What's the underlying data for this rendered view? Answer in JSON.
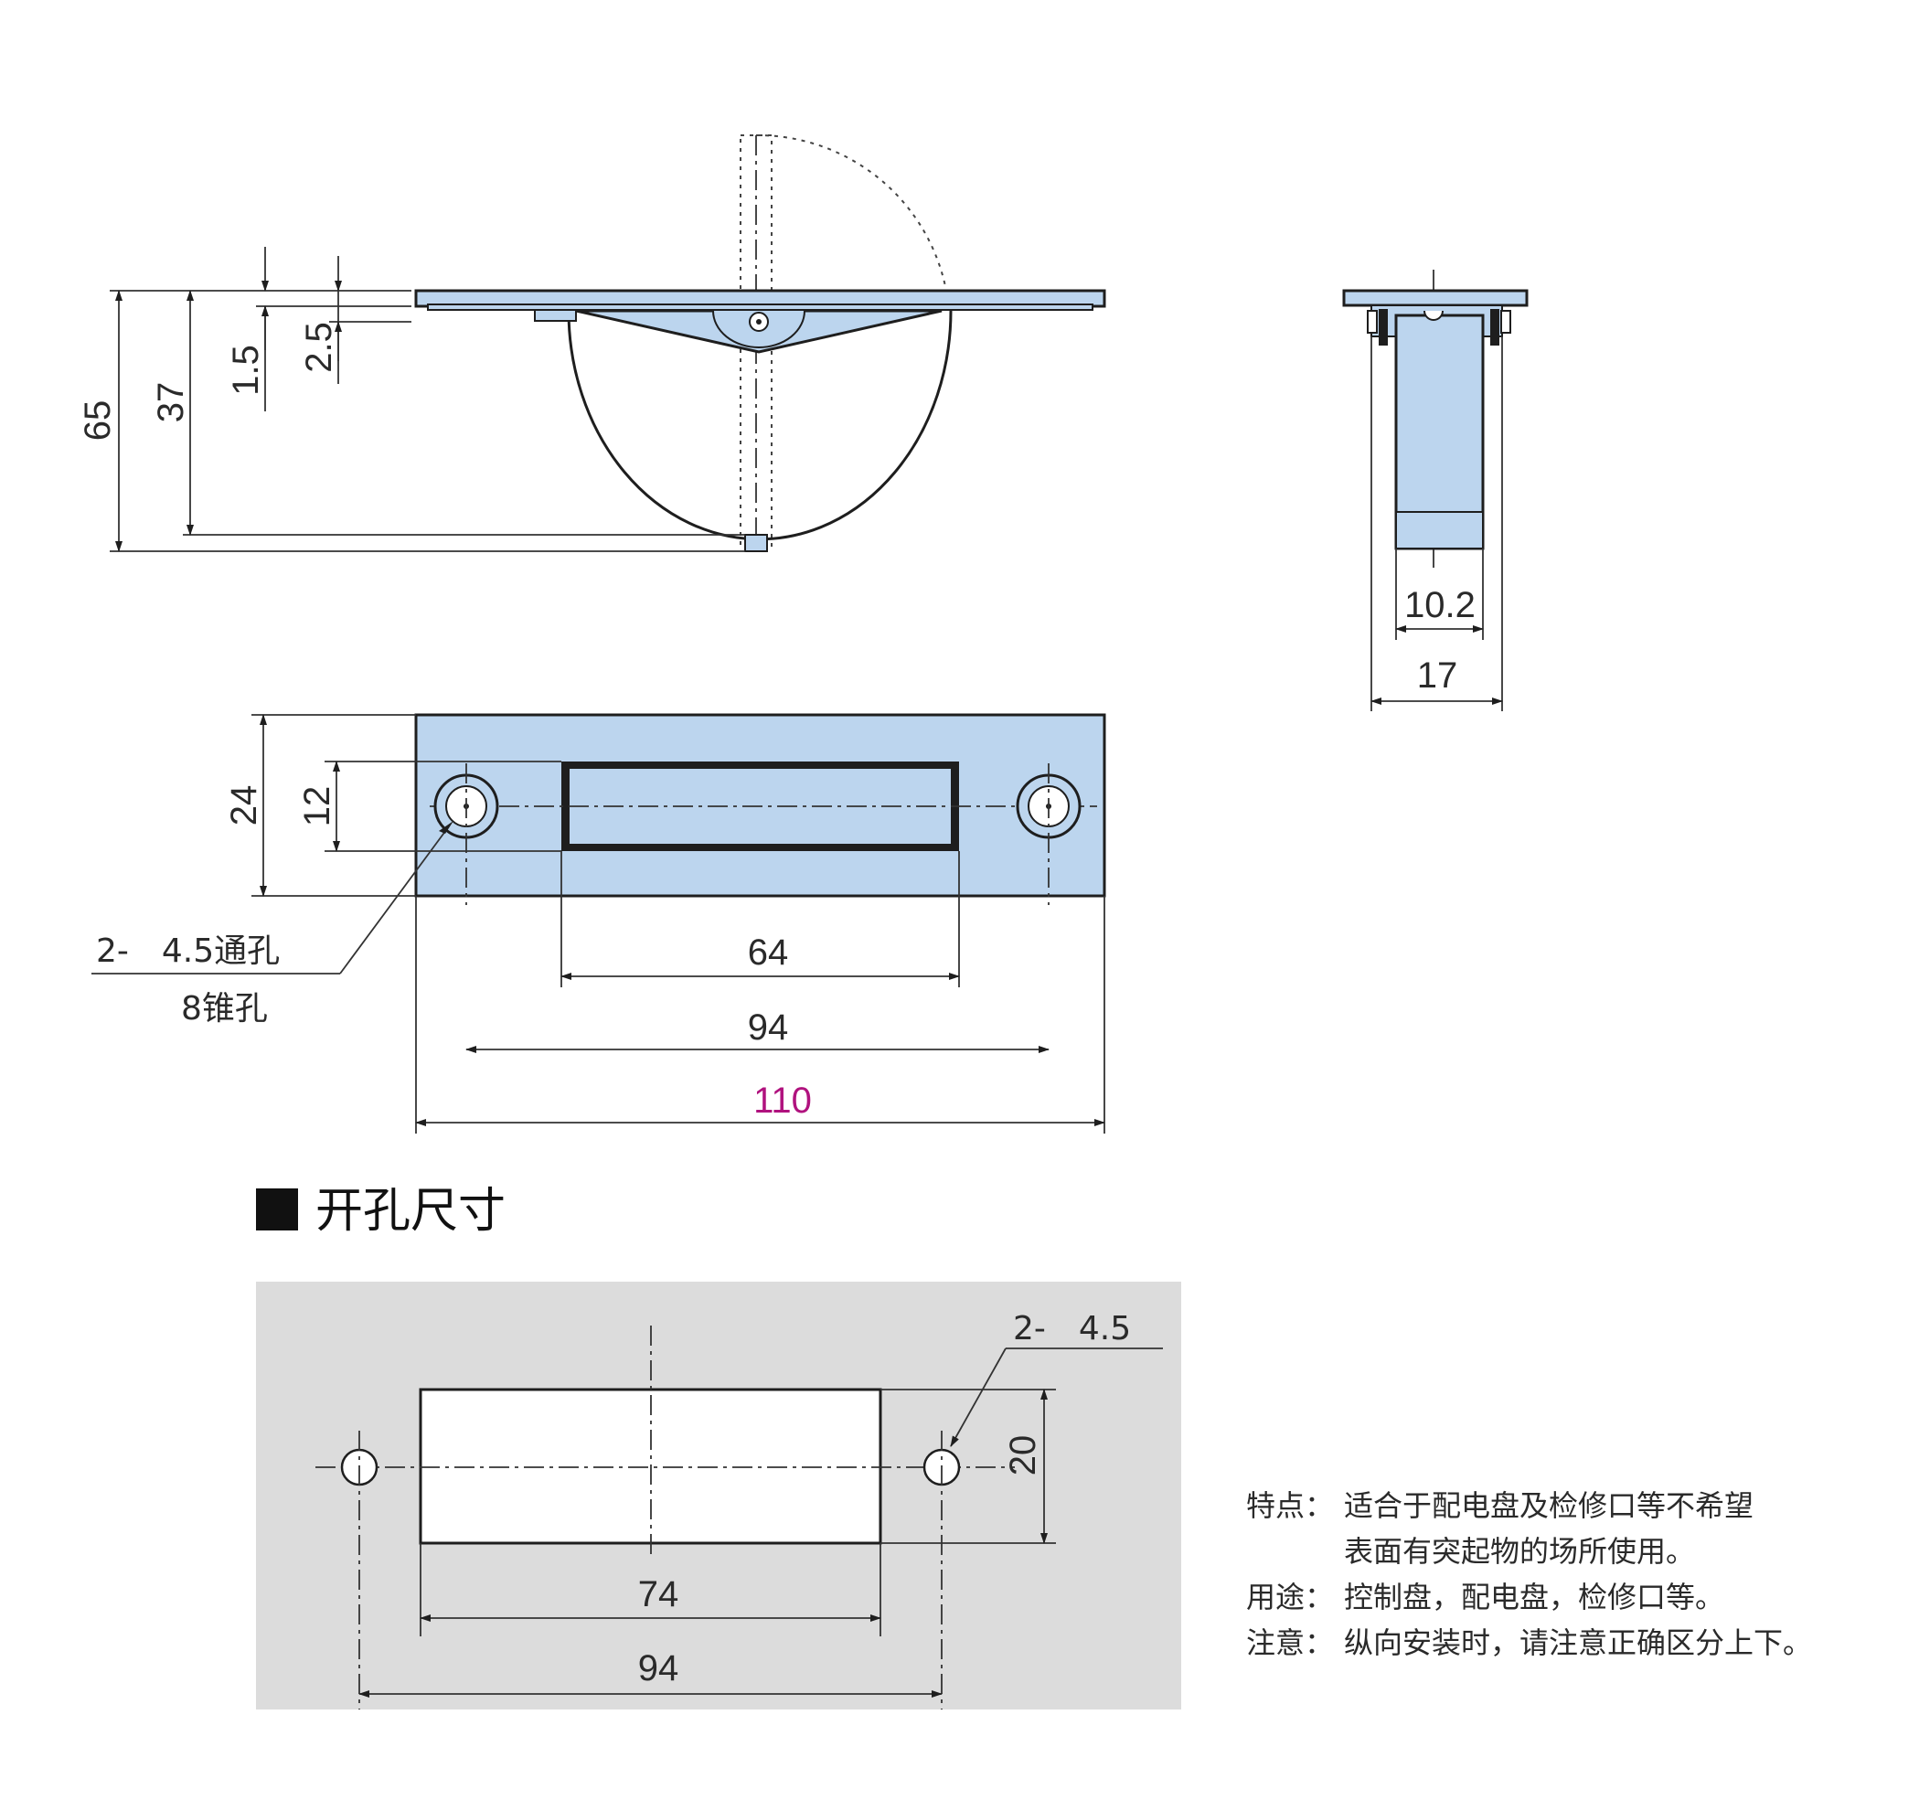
{
  "side_view": {
    "dims": {
      "total_height": "65",
      "body_height": "37",
      "plate_thickness": "1.5",
      "flange_height": "2.5"
    }
  },
  "end_view": {
    "dims": {
      "inner_width": "10.2",
      "outer_width": "17"
    }
  },
  "top_view": {
    "dims": {
      "height": "24",
      "slot_height": "12",
      "slot_length": "64",
      "hole_pitch": "94",
      "total_length": "110"
    },
    "hole_callout": {
      "line1": "2-　4.5通孔",
      "line2": "8锥孔"
    },
    "accent_color": "#b0127e"
  },
  "cutout": {
    "title": "开孔尺寸",
    "hole_callout": "2-　4.5",
    "dims": {
      "height": "20",
      "width": "74",
      "hole_pitch": "94"
    },
    "background_color": "#dcdcdc"
  },
  "notes": {
    "features_label": "特点：",
    "features_line1": "适合于配电盘及检修口等不希望",
    "features_line2": "表面有突起物的场所使用。",
    "usage_label": "用途：",
    "usage_text": "控制盘，配电盘，检修口等。",
    "caution_label": "注意：",
    "caution_text": "纵向安装时，请注意正确区分上下。"
  },
  "colors": {
    "part_fill": "#bcd5ee",
    "line": "#1e1e1e"
  }
}
